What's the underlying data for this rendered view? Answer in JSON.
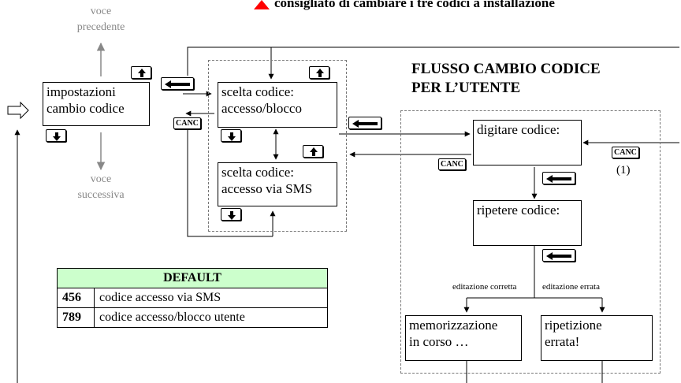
{
  "warning": {
    "text": "consigliato di cambiare i tre codici a installazione"
  },
  "nav": {
    "prev": [
      "voce",
      "precedente"
    ],
    "next": [
      "voce",
      "successiva"
    ]
  },
  "boxes": {
    "impostazioni": [
      "impostazioni",
      "cambio codice"
    ],
    "scelta_ab": [
      "scelta codice:",
      "accesso/blocco"
    ],
    "scelta_sms": [
      "scelta codice:",
      "accesso via SMS"
    ],
    "digitare": "digitare codice:",
    "ripetere": "ripetere codice:",
    "memorizzazione": [
      "memorizzazione",
      "in corso …"
    ],
    "errata": [
      "ripetizione",
      "errata!"
    ]
  },
  "title": [
    "FLUSSO CAMBIO CODICE",
    "PER L’UTENTE"
  ],
  "keys": {
    "canc": "CANC"
  },
  "note": "(1)",
  "branches": {
    "ok": "editazione corretta",
    "ko": "editazione errata"
  },
  "default_table": {
    "header": "DEFAULT",
    "rows": [
      {
        "code": "456",
        "desc": "codice  accesso via SMS"
      },
      {
        "code": "789",
        "desc": "codice accesso/blocco utente"
      }
    ]
  },
  "colors": {
    "table_header_bg": "#ccffcc",
    "warning_icon": "#ff0000",
    "grey": "#888888"
  }
}
